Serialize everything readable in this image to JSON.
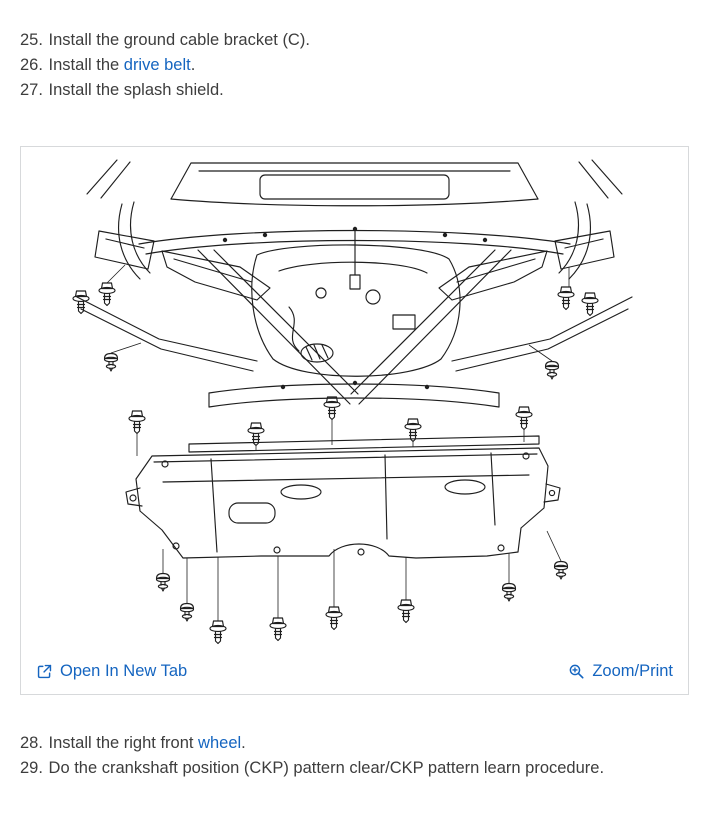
{
  "page": {
    "background": "#ffffff",
    "text_color": "#3d3d3d",
    "link_color": "#1565c0"
  },
  "steps_before": [
    {
      "number": "25.",
      "pre": "Install the ground cable bracket (C).",
      "link": "",
      "post": ""
    },
    {
      "number": "26.",
      "pre": "Install the ",
      "link": "drive belt",
      "post": "."
    },
    {
      "number": "27.",
      "pre": "Install the splash shield.",
      "link": "",
      "post": ""
    }
  ],
  "figure": {
    "image_alt": "Under-vehicle line drawing showing the splash shield, engine cradle and fastener (bolt and clip) locations",
    "toolbar": {
      "open_in_new_tab_label": "Open In New Tab",
      "zoom_print_label": "Zoom/Print",
      "open_icon": "open-in-new",
      "zoom_icon": "magnifier-plus"
    }
  },
  "steps_after": [
    {
      "number": "28.",
      "pre": "Install the right front ",
      "link": "wheel",
      "post": "."
    },
    {
      "number": "29.",
      "pre": "Do the crankshaft position (CKP) pattern clear/CKP pattern learn procedure.",
      "link": "",
      "post": ""
    }
  ]
}
